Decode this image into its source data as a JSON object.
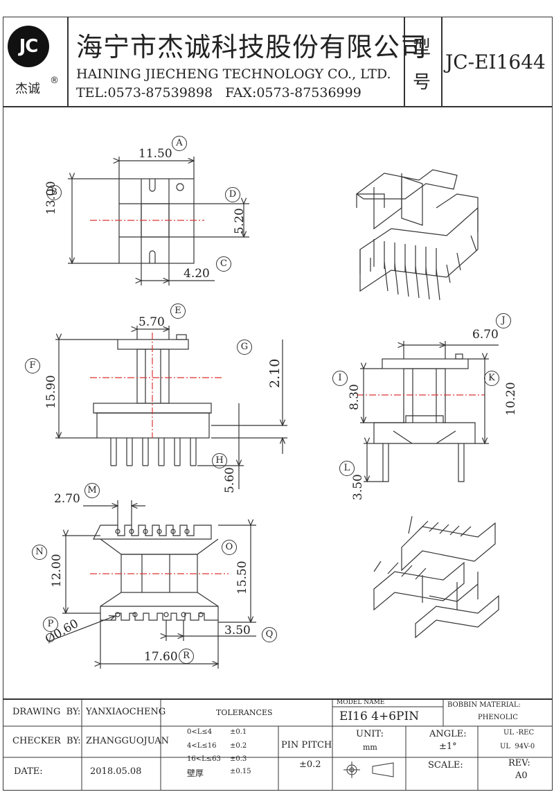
{
  "header": {
    "logo_mark": "JC",
    "logo_text": "杰诚",
    "logo_reg": "®",
    "company_cn": "海宁市杰诚科技股份有限公司",
    "company_en": "HAINING JIECHENG TECHNOLOGY CO., LTD.",
    "contact": "TEL:0573-87539898   FAX:0573-87536999",
    "type_label_1": "型",
    "type_label_2": "号",
    "model_code": "JC-EI1644"
  },
  "drawing": {
    "top_view": {
      "dim_a": "11.50",
      "dim_b": "13.00",
      "dim_d": "5.20",
      "dim_c": "4.20",
      "label_a": "A",
      "label_b": "B",
      "label_c": "C",
      "label_d": "D"
    },
    "front_view": {
      "dim_e": "5.70",
      "dim_f": "15.90",
      "dim_g": "2.10",
      "dim_h": "5.60",
      "label_e": "E",
      "label_f": "F",
      "label_g": "G",
      "label_h": "H"
    },
    "side_view": {
      "dim_j": "6.70",
      "dim_i": "8.30",
      "dim_k": "10.20",
      "dim_l": "3.50",
      "label_i": "I",
      "label_j": "J",
      "label_k": "K",
      "label_l": "L"
    },
    "bottom_view": {
      "dim_m": "2.70",
      "dim_n": "12.00",
      "dim_o": "15.50",
      "dim_p": "Ø0.60",
      "dim_q": "3.50",
      "dim_r": "17.60",
      "label_m": "M",
      "label_n": "N",
      "label_o": "O",
      "label_p": "P",
      "label_q": "Q",
      "label_r": "R"
    }
  },
  "title_block": {
    "drawing_by_label": "DRAWING  BY:",
    "drawing_by": "YANXIAOCHENG",
    "tolerances": "TOLERANCES",
    "model_name_label": "MODEL NAME",
    "model_name": "EI16 4+6PIN",
    "bobbin_material_label": "BOBBIN MATERIAL:",
    "bobbin_material": "PHENOLIC",
    "checker_by_label": "CHECKER  BY:",
    "checker_by": "ZHANGGUOJUAN",
    "tol_rows": [
      {
        "range": "0<L≤4",
        "value": "±0.1"
      },
      {
        "range": "4<L≤16",
        "value": "±0.2"
      },
      {
        "range": "16<L≤63",
        "value": "±0.3"
      },
      {
        "range": "壁厚",
        "value": "±0.15"
      }
    ],
    "pin_pitch_label": "PIN PITCH",
    "pin_pitch_value": "±0.2",
    "unit_label": "UNIT:",
    "unit_value": "mm",
    "angle_label": "ANGLE:",
    "angle_value": "±1°",
    "ul_1": "UL -REC",
    "ul_2": "UL  94V-0",
    "date_label": "DATE:",
    "date_value": "2018.05.08",
    "scale_label": "SCALE:",
    "rev_label": "REV:",
    "rev_value": "A0"
  }
}
